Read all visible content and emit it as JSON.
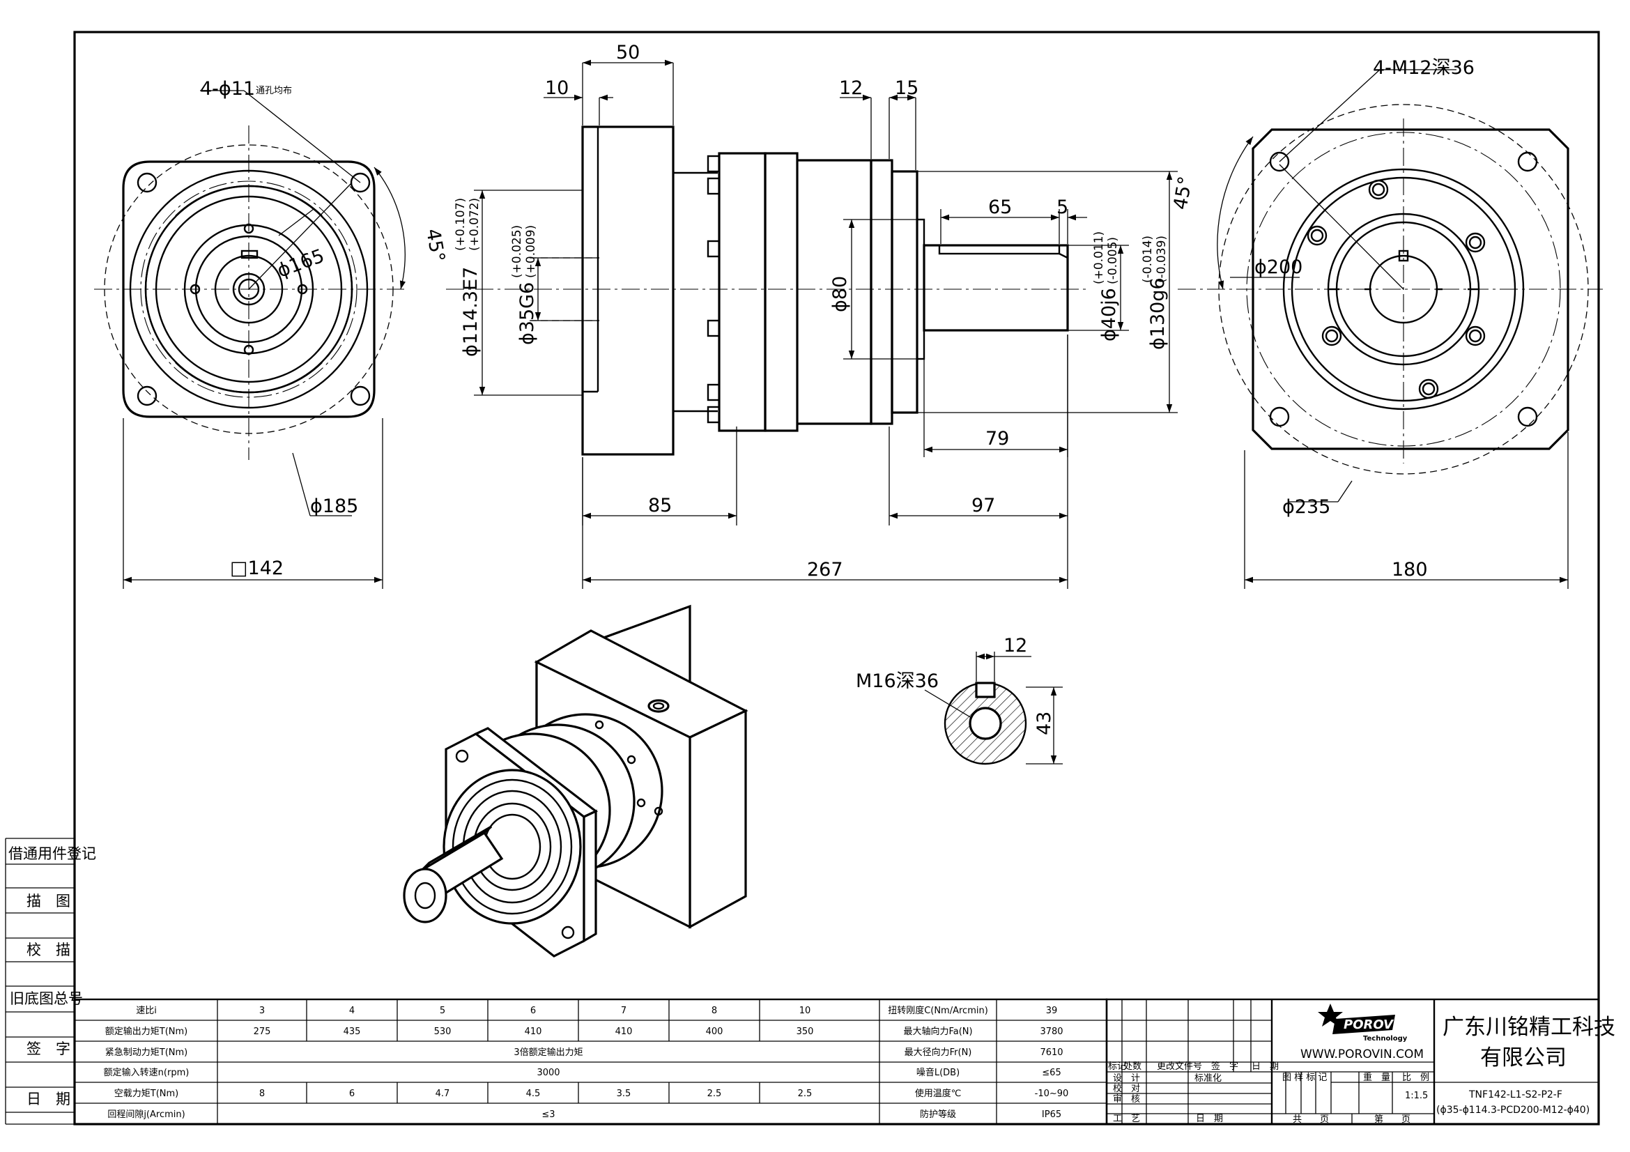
{
  "front_view": {
    "hole_callout_main": "4-ϕ11",
    "hole_callout_note": "通孔均布",
    "angle": "45°",
    "pcd": "ϕ165",
    "outer_circle": "ϕ185",
    "square": "□142"
  },
  "side_view": {
    "dim_top_50": "50",
    "dim_top_10": "10",
    "dim_top_12": "12",
    "dim_top_15": "15",
    "dim_65": "65",
    "dim_5": "5",
    "dim_79": "79",
    "dim_85": "85",
    "dim_97": "97",
    "dim_267": "267",
    "d_pilot_main": "ϕ114.3E7",
    "d_pilot_tol_top": "(+0.107)",
    "d_pilot_tol_bot": "(+0.072)",
    "d_bore_main": "ϕ35G6",
    "d_bore_tol_top": "(+0.025)",
    "d_bore_tol_bot": "(+0.009)",
    "d_body": "ϕ80",
    "d_shaft_main": "ϕ40j6",
    "d_shaft_tol_top": "(+0.011)",
    "d_shaft_tol_bot": "(-0.005)",
    "d_spigot_main": "ϕ130g6",
    "d_spigot_tol_top": "(-0.014)",
    "d_spigot_tol_bot": "(-0.039)"
  },
  "rear_view": {
    "thread_callout": "4-M12深36",
    "angle": "45°",
    "pcd": "ϕ200",
    "outer_circle": "ϕ235",
    "width": "180"
  },
  "shaft_section": {
    "thread": "M16深36",
    "key_width": "12",
    "height": "43"
  },
  "sidebar": [
    "借通用件登记",
    "描　图",
    "校　描",
    "旧底图总号",
    "签　字",
    "日　期"
  ],
  "spec_table": {
    "rows": [
      {
        "label": "速比i",
        "values": [
          "3",
          "4",
          "5",
          "6",
          "7",
          "8",
          "10"
        ],
        "r_label": "扭转刚度C(Nm/Arcmin)",
        "r_value": "39"
      },
      {
        "label": "额定输出力矩T(Nm)",
        "values": [
          "275",
          "435",
          "530",
          "410",
          "410",
          "400",
          "350"
        ],
        "r_label": "最大轴向力Fa(N)",
        "r_value": "3780"
      },
      {
        "label": "紧急制动力矩T(Nm)",
        "span": "3倍额定输出力矩",
        "r_label": "最大径向力Fr(N)",
        "r_value": "7610"
      },
      {
        "label": "额定输入转速n(rpm)",
        "span": "3000",
        "r_label": "噪音L(DB)",
        "r_value": "≤65"
      },
      {
        "label": "空载力矩T(Nm)",
        "values": [
          "8",
          "6",
          "4.7",
          "4.5",
          "3.5",
          "2.5",
          "2.5"
        ],
        "r_label": "使用温度℃",
        "r_value": "-10~90"
      },
      {
        "label": "回程间隙j(Arcmin)",
        "span": "≤3",
        "r_label": "防护等级",
        "r_value": "IP65"
      }
    ]
  },
  "title_block": {
    "rev_headers": [
      "标记",
      "处数",
      "更改文件号",
      "签　字",
      "日　期"
    ],
    "sign_labels": [
      "设　计",
      "校　对",
      "审　核",
      "工　艺"
    ],
    "standardize": "标准化",
    "date_label": "日　期",
    "logo_text": "POROVIN",
    "logo_sub": "Technology",
    "website": "WWW.POROVIN.COM",
    "mark_headers": [
      "图 样 标 记",
      "重　量",
      "比　例"
    ],
    "scale": "1:1.5",
    "total_pages": "共　　页",
    "page_no": "第　　页",
    "company_line1": "广东川铭精工科技",
    "company_line2": "有限公司",
    "model_line1": "TNF142-L1-S2-P2-F",
    "model_line2": "(ϕ35-ϕ114.3-PCD200-M12-ϕ40)"
  }
}
